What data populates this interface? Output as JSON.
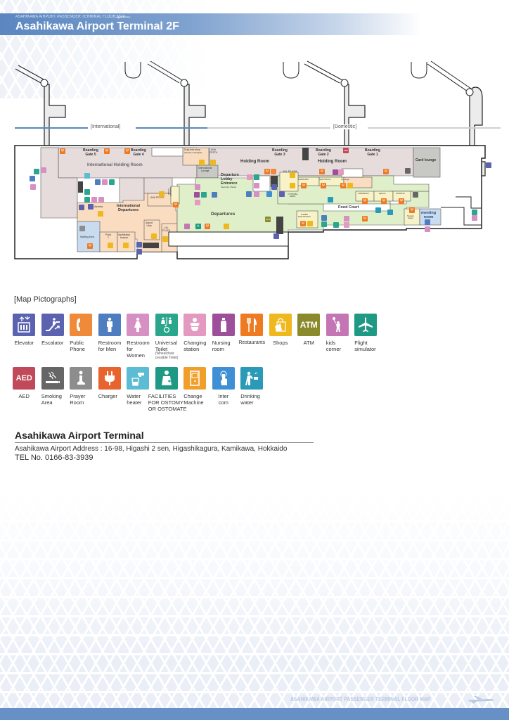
{
  "header": {
    "subtitle": "ASAHIKAWA AIRPORT PASSENGER TERMINAL FLOOR MAP",
    "title": "Asahikawa Airport Terminal  2F",
    "banner_color": "#5b86c0"
  },
  "map": {
    "zones": {
      "international": "[International]",
      "domestic": "[Domestic]",
      "international_color": "#5b86c0",
      "domestic_color": "#d0d0d0"
    },
    "areas": {
      "boarding_gate_5": "Boarding\nGate 5",
      "boarding_gate_4": "Boarding\nGate 4",
      "international_holding_room": "International Holding Room",
      "duty_free_shop": "Duty-free shop",
      "duty_free_note": "(directly managed)",
      "ana_festa_top": "ANA\nFESTA",
      "international_lounge": "International\nLounge",
      "boarding_gate_3": "Boarding\nGate 3",
      "boarding_gate_2": "Boarding\nGate 2",
      "boarding_gate_1": "Boarding\nGate 1",
      "holding_room_left": "Holding Room",
      "holding_room_right": "Holding Room",
      "card_lounge": "Card lounge",
      "jal_plaza_top": "JAL PLAZA",
      "departure_lobby_entrance": "Departure\nLobby\nEntrance",
      "security_check": "(Security Check)",
      "bandoen": "BANDOEN",
      "santouka": "SANTOUKA",
      "ne_ca_ga": "ne-ca-ga",
      "kaburagi": "KABURAGI",
      "aijiman": "aijiman",
      "asahiya": "ASAHIYA",
      "yotsuba_meta": "YOTSUBA\nMETA",
      "food_court": "Food Court",
      "ichibu_daifukudo": "ICHIBU\nDAIFUKUDO",
      "teppan_asato": "Teppan\nAsato",
      "meeting_room": "meeting\nroom",
      "departures": "Departures",
      "international_departures": "International\nDepartures",
      "ana_festa_mid": "ANA FESTA",
      "azenia": "Azenia",
      "waiting_area": "Waiting Area",
      "point7": "Point\n7",
      "asahikawa_bussan": "Asahikawa\nbussan",
      "airport_lilas": "Airport\nLilas",
      "jal_plaza_bottom": "JAL\nPLAZA",
      "starbucks": "Starbucks\nCoffee"
    }
  },
  "legend": {
    "title": "[Map Pictographs]",
    "row1": [
      {
        "icon": "elevator-icon",
        "label": "Elevator",
        "color": "#5b63b1"
      },
      {
        "icon": "escalator-icon",
        "label": "Escalator",
        "color": "#5b63b1"
      },
      {
        "icon": "phone-icon",
        "label": "Public\nPhone",
        "color": "#ee8a3a"
      },
      {
        "icon": "restroom-men-icon",
        "label": "Restroom\nfor Men",
        "color": "#4f7ec0"
      },
      {
        "icon": "restroom-women-icon",
        "label": "Restroom\nfor\nWomen",
        "color": "#d690c4"
      },
      {
        "icon": "universal-toilet-icon",
        "label": "Universal\nToilet",
        "note": "(Wheelchair\ncessible Toilet)",
        "color": "#2aa68c"
      },
      {
        "icon": "changing-station-icon",
        "label": "Changing\nstation",
        "color": "#e49ac0"
      },
      {
        "icon": "nursing-room-icon",
        "label": "Nursing\nroom",
        "color": "#9d4f99"
      },
      {
        "icon": "restaurant-icon",
        "label": "Restaurants",
        "color": "#ee7a22"
      },
      {
        "icon": "shop-icon",
        "label": "Shops",
        "color": "#efb81c"
      },
      {
        "icon": "atm-icon",
        "label": "ATM",
        "text": "ATM",
        "color": "#8a8a2c"
      },
      {
        "icon": "kids-corner-icon",
        "label": "kids\ncorner",
        "color": "#c476b4"
      },
      {
        "icon": "flight-simulator-icon",
        "label": "Flight\nsimulator",
        "color": "#1e9a84"
      }
    ],
    "row2": [
      {
        "icon": "aed-icon",
        "label": "AED",
        "text": "AED",
        "color": "#c04a5a"
      },
      {
        "icon": "smoking-area-icon",
        "label": "Smoking\nArea",
        "color": "#666666"
      },
      {
        "icon": "prayer-room-icon",
        "label": "Prayer\nRoom",
        "color": "#8d8d8d"
      },
      {
        "icon": "charger-icon",
        "label": "Charger",
        "color": "#e8642e"
      },
      {
        "icon": "water-heater-icon",
        "label": "Water\nheater",
        "color": "#5bbcd4"
      },
      {
        "icon": "ostomate-icon",
        "label": "FACILITIES\nFOR OSTOMY\nOR OSTOMATE",
        "color": "#1e9a84"
      },
      {
        "icon": "change-machine-icon",
        "label": "Change\nMachine",
        "color": "#f0a02a"
      },
      {
        "icon": "intercom-icon",
        "label": "Inter\ncom",
        "color": "#3f8fd4"
      },
      {
        "icon": "drinking-water-icon",
        "label": "Drinking\nwater",
        "color": "#2a9ab8"
      }
    ]
  },
  "info": {
    "title": "Asahikawa Airport Terminal",
    "address": "Asahikawa Airport Address : 16-98, Higashi 2 sen, Higashikagura, Kamikawa, Hokkaido",
    "tel": "TEL No. 0166-83-3939"
  },
  "footer": {
    "text": "ASAHIKAWA AIRPORT PASSENGER TERMINAL FLOOR MAP",
    "bar_color": "#6690c6"
  }
}
